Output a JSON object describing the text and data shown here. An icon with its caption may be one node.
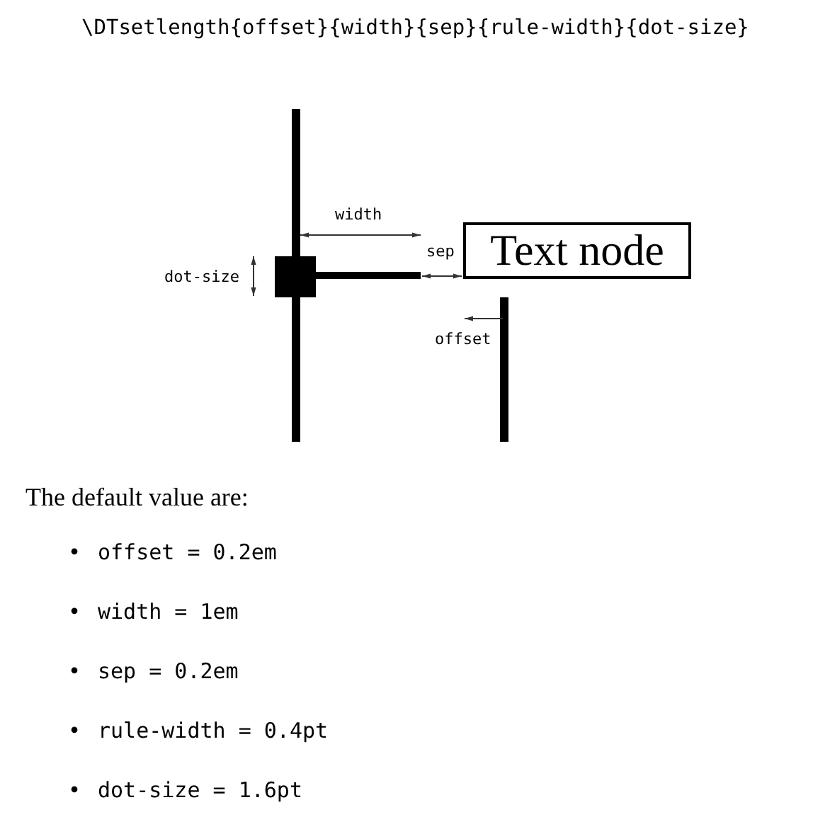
{
  "diagram": {
    "title": "\\DTsetlength{offset}{width}{sep}{rule-width}{dot-size}",
    "nodes": [
      {
        "text": [
          "Text node"
        ]
      }
    ],
    "labels": [
      "width",
      "sep",
      "dot-size",
      "offset",
      "The default value are:",
      "•",
      "offset = 0.2em",
      "•",
      "width = 1em",
      "•",
      "sep = 0.2em",
      "•",
      "rule-width = 0.4pt",
      "•",
      "dot-size = 1.6pt"
    ]
  }
}
